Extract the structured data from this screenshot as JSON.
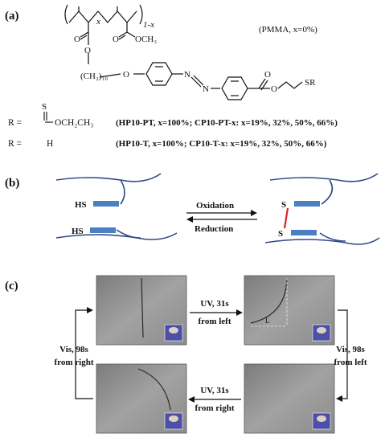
{
  "panel_a": {
    "label": "(a)",
    "subscript_x": "x",
    "subscript_1mx": "1-x",
    "pmma_note": "(PMMA, x=0%)",
    "carbonyl_o": "O",
    "methoxy": "OCH₃",
    "ester_o": "O",
    "spacer": "(CH₂)₁₀",
    "ether_o": "O",
    "azo_n1": "N",
    "azo_n2": "N",
    "ester2_o_double": "O",
    "ester2_o": "O",
    "sr_group": "SR",
    "r1_prefix": "R =",
    "r1_sulfur": "S",
    "r1_group": "OCH₂CH₃",
    "r1_detail": "(HP10-PT, x=100%; CP10-PT-x: x=19%, 32%, 50%, 66%)",
    "r2_prefix": "R =",
    "r2_group": "H",
    "r2_detail": "(HP10-T, x=100%; CP10-T-x: x=19%, 32%, 50%, 66%)"
  },
  "panel_b": {
    "label": "(b)",
    "left_top": "HS",
    "left_bottom": "HS",
    "right_top": "S",
    "right_bottom": "S",
    "forward": "Oxidation",
    "reverse": "Reduction",
    "chain_color": "#2e4a86",
    "group_color": "#4a7fc1",
    "bond_color": "#e02020"
  },
  "panel_c": {
    "label": "(c)",
    "top_arrow_line1": "UV, 31s",
    "top_arrow_line2": "from left",
    "bottom_arrow_line1": "UV, 31s",
    "bottom_arrow_line2": "from right",
    "right_arrow_line1": "Vis, 98s",
    "right_arrow_line2": "from left",
    "left_arrow_line1": "Vis, 98s",
    "left_arrow_line2": "from right",
    "length_marker": "L"
  }
}
